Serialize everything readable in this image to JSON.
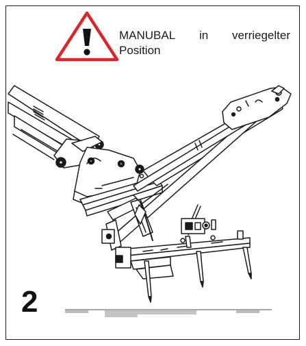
{
  "warning": {
    "words_line1": [
      "MANUBAL",
      "in",
      "verriegelter"
    ],
    "line2": "Position"
  },
  "step": {
    "number": "2"
  },
  "icons": {
    "warning": "warning-triangle-icon"
  },
  "colors": {
    "warning_red": "#d9262b",
    "ink": "#1a1a1a",
    "ground": "#8c8c8c"
  }
}
